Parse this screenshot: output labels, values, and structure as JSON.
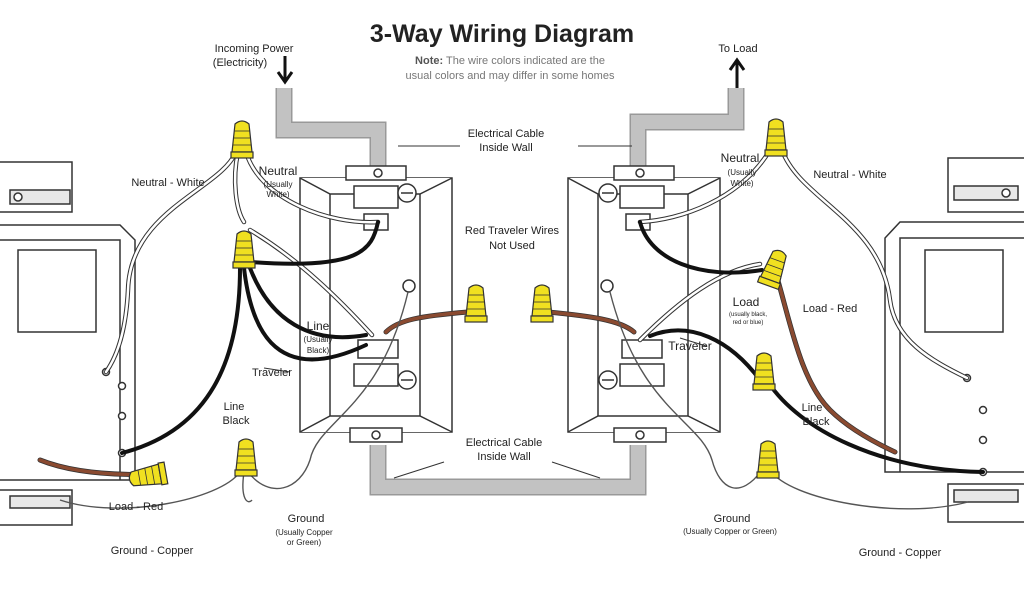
{
  "title": "3-Way Wiring Diagram",
  "note": {
    "prefix": "Note:",
    "line1": " The wire colors indicated are the",
    "line2": "usual colors and may differ in some homes"
  },
  "left": {
    "incoming_power": [
      "Incoming Power",
      "(Electricity)"
    ],
    "neutral_white": "Neutral - White",
    "neutral": "Neutral",
    "neutral_note": [
      "(Usually",
      "White)"
    ],
    "line": "Line",
    "line_note": [
      "(Usually",
      "Black)"
    ],
    "traveler": "Traveler",
    "line_black": [
      "Line",
      "Black"
    ],
    "load_red": "Load - Red",
    "ground": "Ground",
    "ground_note": [
      "(Usually Copper",
      "or Green)"
    ],
    "ground_copper": "Ground - Copper"
  },
  "right": {
    "to_load": "To Load",
    "neutral": "Neutral",
    "neutral_note": [
      "(Usually",
      "White)"
    ],
    "neutral_white": "Neutral - White",
    "load": "Load",
    "load_note": [
      "(usually black,",
      "red or blue)"
    ],
    "load_red": "Load - Red",
    "traveler": "Traveler",
    "line_black": [
      "Line",
      "Black"
    ],
    "ground": "Ground",
    "ground_note": "(Usually Copper or Green)",
    "ground_copper": "Ground - Copper"
  },
  "center": {
    "cable_top": [
      "Electrical Cable",
      "Inside Wall"
    ],
    "red_traveler": [
      "Red Traveler Wires",
      "Not Used"
    ],
    "cable_bottom": [
      "Electrical Cable",
      "Inside Wall"
    ]
  },
  "colors": {
    "conduit": "#b8b8b8",
    "wire_black": "#111111",
    "wire_red": "#8a4a30",
    "wire_white": "#ffffff",
    "wire_nut": "#f0e020",
    "outline": "#333333"
  }
}
